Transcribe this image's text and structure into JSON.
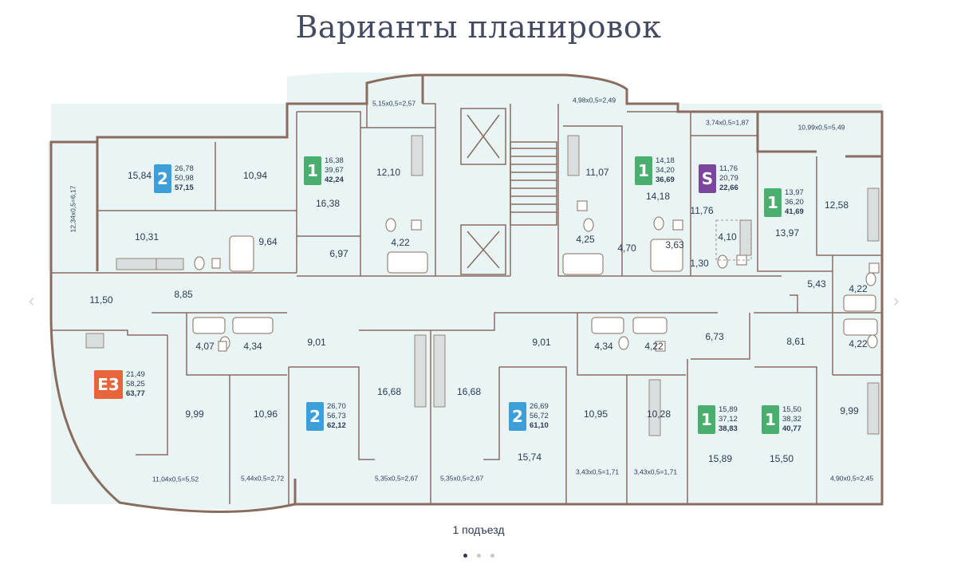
{
  "page": {
    "title": "Варианты планировок",
    "caption": "1 подъезд",
    "prev_icon": "chevron-left-icon",
    "next_icon": "chevron-right-icon"
  },
  "colors": {
    "floor": "#e9f5f4",
    "wall": "#8a6c5e",
    "green": "#4aaf6e",
    "blue": "#3d9fd9",
    "purple": "#7a479c",
    "orange": "#e8643a"
  },
  "rooms": [
    {
      "label": "15,84"
    },
    {
      "label": "10,94"
    },
    {
      "label": "10,31"
    },
    {
      "label": "9,64"
    },
    {
      "label": "16,38"
    },
    {
      "label": "6,97"
    },
    {
      "label": "12,10"
    },
    {
      "label": "4,22"
    },
    {
      "label": "11,07"
    },
    {
      "label": "4,25"
    },
    {
      "label": "4,70"
    },
    {
      "label": "14,18"
    },
    {
      "label": "3,63"
    },
    {
      "label": "1,30"
    },
    {
      "label": "11,76"
    },
    {
      "label": "4,10"
    },
    {
      "label": "13,97"
    },
    {
      "label": "12,58"
    },
    {
      "label": "5,43"
    },
    {
      "label": "4,22"
    },
    {
      "label": "11,50"
    },
    {
      "label": "8,85"
    },
    {
      "label": "4,07"
    },
    {
      "label": "4,34"
    },
    {
      "label": "9,01"
    },
    {
      "label": "9,01"
    },
    {
      "label": "4,34"
    },
    {
      "label": "4,22"
    },
    {
      "label": "6,73"
    },
    {
      "label": "8,61"
    },
    {
      "label": "4,22"
    },
    {
      "label": "9,99"
    },
    {
      "label": "10,96"
    },
    {
      "label": "16,68"
    },
    {
      "label": "16,68"
    },
    {
      "label": "10,95"
    },
    {
      "label": "10,28"
    },
    {
      "label": "9,99"
    },
    {
      "label": "15,74"
    },
    {
      "label": "15,89"
    },
    {
      "label": "15,50"
    }
  ],
  "balconies": [
    {
      "label": "5,15x0,5=2,57"
    },
    {
      "label": "4,98x0,5=2,49"
    },
    {
      "label": "3,74x0,5=1,87"
    },
    {
      "label": "10,99x0,5=5,49"
    },
    {
      "label": "12,34x0,5=6,17"
    },
    {
      "label": "11,04x0,5=5,52"
    },
    {
      "label": "5,44x0,5=2,72"
    },
    {
      "label": "5,35x0,5=2,67"
    },
    {
      "label": "5,35x0,5=2,67"
    },
    {
      "label": "3,43x0,5=1,71"
    },
    {
      "label": "3,43x0,5=1,71"
    },
    {
      "label": "4,90x0,5=2,45"
    }
  ],
  "apartments": [
    {
      "rooms": "2",
      "color": "#3d9fd9",
      "living": "26,78",
      "total": "50,98",
      "total_with_balcony": "57,15"
    },
    {
      "rooms": "1",
      "color": "#4aaf6e",
      "living": "16,38",
      "total": "39,67",
      "total_with_balcony": "42,24"
    },
    {
      "rooms": "1",
      "color": "#4aaf6e",
      "living": "14,18",
      "total": "34,20",
      "total_with_balcony": "36,69"
    },
    {
      "rooms": "S",
      "color": "#7a479c",
      "living": "11,76",
      "total": "20,79",
      "total_with_balcony": "22,66"
    },
    {
      "rooms": "1",
      "color": "#4aaf6e",
      "living": "13,97",
      "total": "36,20",
      "total_with_balcony": "41,69"
    },
    {
      "rooms": "Е3",
      "color": "#e8643a",
      "living": "21,49",
      "total": "58,25",
      "total_with_balcony": "63,77"
    },
    {
      "rooms": "2",
      "color": "#3d9fd9",
      "living": "26,70",
      "total": "56,73",
      "total_with_balcony": "62,12"
    },
    {
      "rooms": "2",
      "color": "#3d9fd9",
      "living": "26,69",
      "total": "56,72",
      "total_with_balcony": "61,10"
    },
    {
      "rooms": "1",
      "color": "#4aaf6e",
      "living": "15,89",
      "total": "37,12",
      "total_with_balcony": "38,83"
    },
    {
      "rooms": "1",
      "color": "#4aaf6e",
      "living": "15,50",
      "total": "38,32",
      "total_with_balcony": "40,77"
    }
  ],
  "pagination": {
    "count": 3,
    "active": 0
  }
}
